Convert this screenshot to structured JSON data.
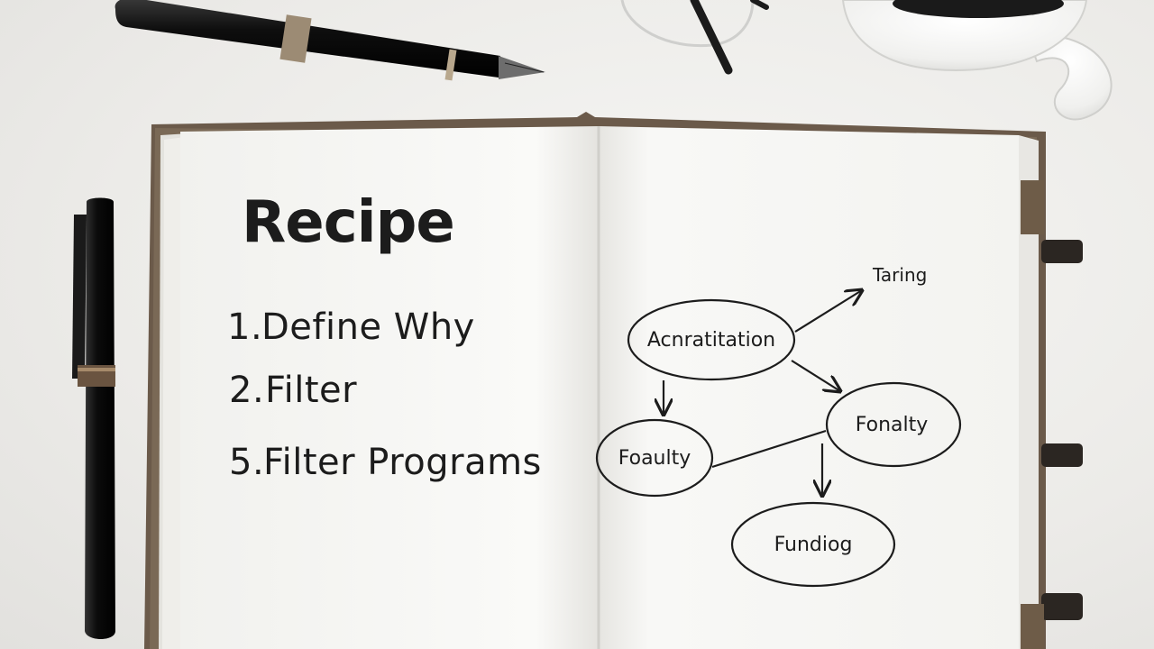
{
  "notebook": {
    "left_page": {
      "title": "Recipe",
      "items": [
        {
          "number": "1.",
          "text": "Define Why"
        },
        {
          "number": "2.",
          "text": "Filter"
        },
        {
          "number": "5.",
          "text": "Filter Programs"
        }
      ]
    },
    "right_page": {
      "diagram": {
        "nodes": [
          {
            "label": "Acnratitation"
          },
          {
            "label": "Foaulty"
          },
          {
            "label": "Fonalty"
          },
          {
            "label": "Fundiog"
          }
        ],
        "floating_label": "Taring"
      }
    }
  },
  "colors": {
    "ink": "#1c1c1c",
    "paper": "#f9f9f7",
    "desk": "#ecebe8",
    "cover": "#6b5a4a"
  },
  "objects": [
    "fountain-pen",
    "marker-pen",
    "eyeglasses",
    "coffee-mug",
    "open-notebook"
  ]
}
